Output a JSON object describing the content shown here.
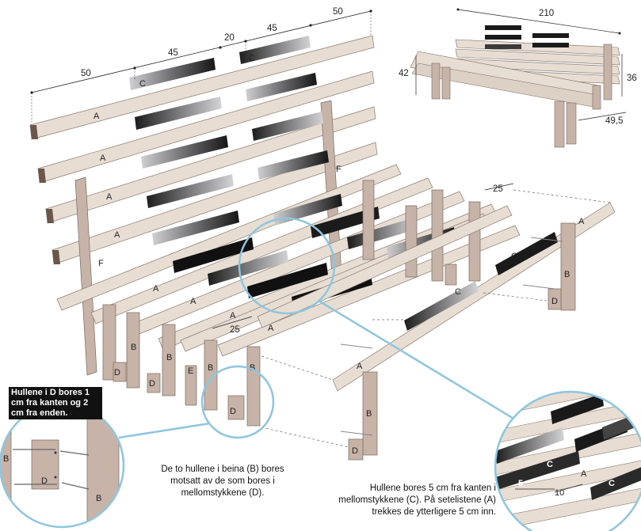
{
  "dimensions": {
    "top_segments": [
      "50",
      "45",
      "20",
      "45",
      "50"
    ],
    "spacing_upper": "25",
    "spacing_front": "25",
    "overview_width": "210",
    "overview_height_front": "42",
    "overview_height_back": "36",
    "overview_depth": "49,5"
  },
  "part_labels": {
    "a": "A",
    "b": "B",
    "c": "C",
    "d": "D",
    "e": "E",
    "f": "F"
  },
  "zoom_labels": {
    "left_b_outer": "B",
    "left_d": "D",
    "left_b": "B",
    "right_c1": "C",
    "right_c2": "C",
    "right_a": "A",
    "right_five": "5",
    "right_ten": "10"
  },
  "notes": {
    "left_heading": "Hullene i D bores 1 cm fra kanten og 2 cm fra enden.",
    "left_caption": "De to hullene i beina (B) bores motsatt av de som bores i mellomstykkene (D).",
    "right_caption": "Hullene bores 5 cm fra kanten i mellomstykkene (C). På setelistene (A) trekkes de ytterligere 5 cm inn."
  },
  "colors": {
    "wood_light": "#e8ddd2",
    "wood_leg": "#c7b3a8",
    "wood_dark": "#6b564c",
    "metal_dark": "#1a1a1a",
    "metal_light": "#bfc0c2",
    "zoom_ring": "#8ec5df"
  }
}
